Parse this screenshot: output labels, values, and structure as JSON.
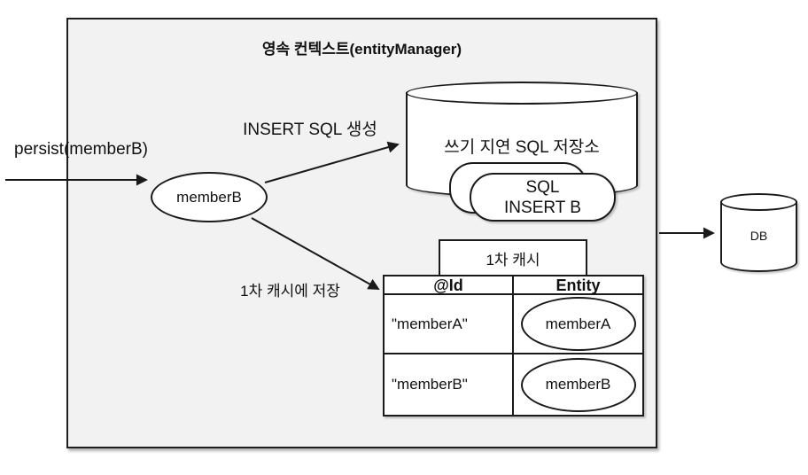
{
  "colors": {
    "box_fill": "#f2f2f2",
    "stroke": "#1a1a1a",
    "shape_fill": "#ffffff"
  },
  "persistence_box": {
    "title": "영속 컨텍스트(entityManager)"
  },
  "arrows": {
    "persist_label": "persist(memberB)",
    "insert_sql_label": "INSERT SQL 생성",
    "save_cache_label": "1차 캐시에 저장"
  },
  "entity": {
    "label": "memberB"
  },
  "sql_store": {
    "title": "쓰기 지연 SQL 저장소",
    "card_line1": "SQL",
    "card_line2": "INSERT B"
  },
  "first_cache": {
    "title": "1차 캐시",
    "columns": [
      "@Id",
      "Entity"
    ],
    "rows": [
      {
        "id": "\"memberA\"",
        "entity": "memberA"
      },
      {
        "id": "\"memberB\"",
        "entity": "memberB"
      }
    ]
  },
  "db": {
    "label": "DB"
  }
}
